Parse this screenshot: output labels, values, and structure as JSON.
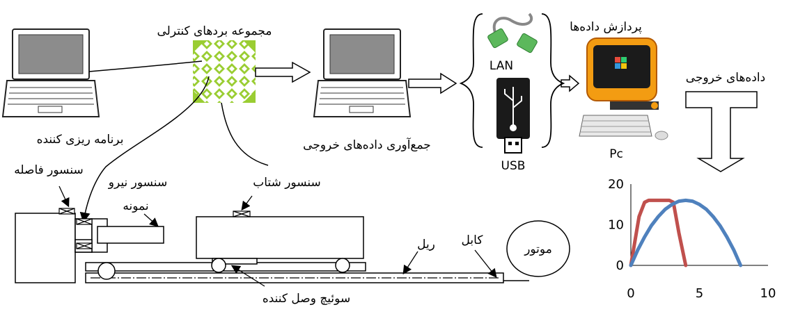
{
  "labels": {
    "control_boards": "مجموعه  بردهای کنترلی",
    "programmer": "برنامه ریزی کننده",
    "distance_sensor": "سنسور فاصله",
    "force_sensor": "سنسور نیرو",
    "specimen": "نمونه",
    "accel_sensor": "سنسور شتاب",
    "output_collection": "جمع‌آوری داده‌های خروجی",
    "data_processing": "پردازش داده‌ها",
    "output_data": "داده‌های خروجی",
    "lan": "LAN",
    "usb": "USB",
    "pc": "Pc",
    "rail": "ریل",
    "cable": "کابل",
    "motor": "موتور",
    "connector_switch": "سوئیچ وصل کننده"
  },
  "chart_data": {
    "type": "line",
    "xlim": [
      0,
      10
    ],
    "ylim": [
      0,
      20
    ],
    "xticks": [
      "0",
      "5",
      "10"
    ],
    "yticks": [
      "0",
      "10",
      "20"
    ],
    "series": [
      {
        "color": "#c0504d",
        "x": [
          0,
          0.3,
          0.6,
          1.0,
          1.3,
          2.0,
          2.8,
          3.1,
          3.5,
          4.0
        ],
        "y": [
          0,
          6,
          12,
          15.5,
          16,
          16,
          16,
          15.5,
          8,
          0
        ]
      },
      {
        "color": "#4f81bd",
        "x": [
          0,
          0.5,
          1,
          1.5,
          2,
          2.5,
          3,
          3.5,
          4,
          4.5,
          5,
          5.5,
          6,
          6.5,
          7,
          7.5,
          8
        ],
        "y": [
          0,
          3.8,
          7,
          9.8,
          12,
          13.8,
          15,
          15.8,
          16,
          15.8,
          15,
          13.8,
          12,
          9.8,
          7,
          3.8,
          0
        ]
      }
    ]
  },
  "colors": {
    "board_green": "#9acd32",
    "red_series": "#c0504d",
    "blue_series": "#4f81bd",
    "pc_orange": "#f39c12"
  }
}
